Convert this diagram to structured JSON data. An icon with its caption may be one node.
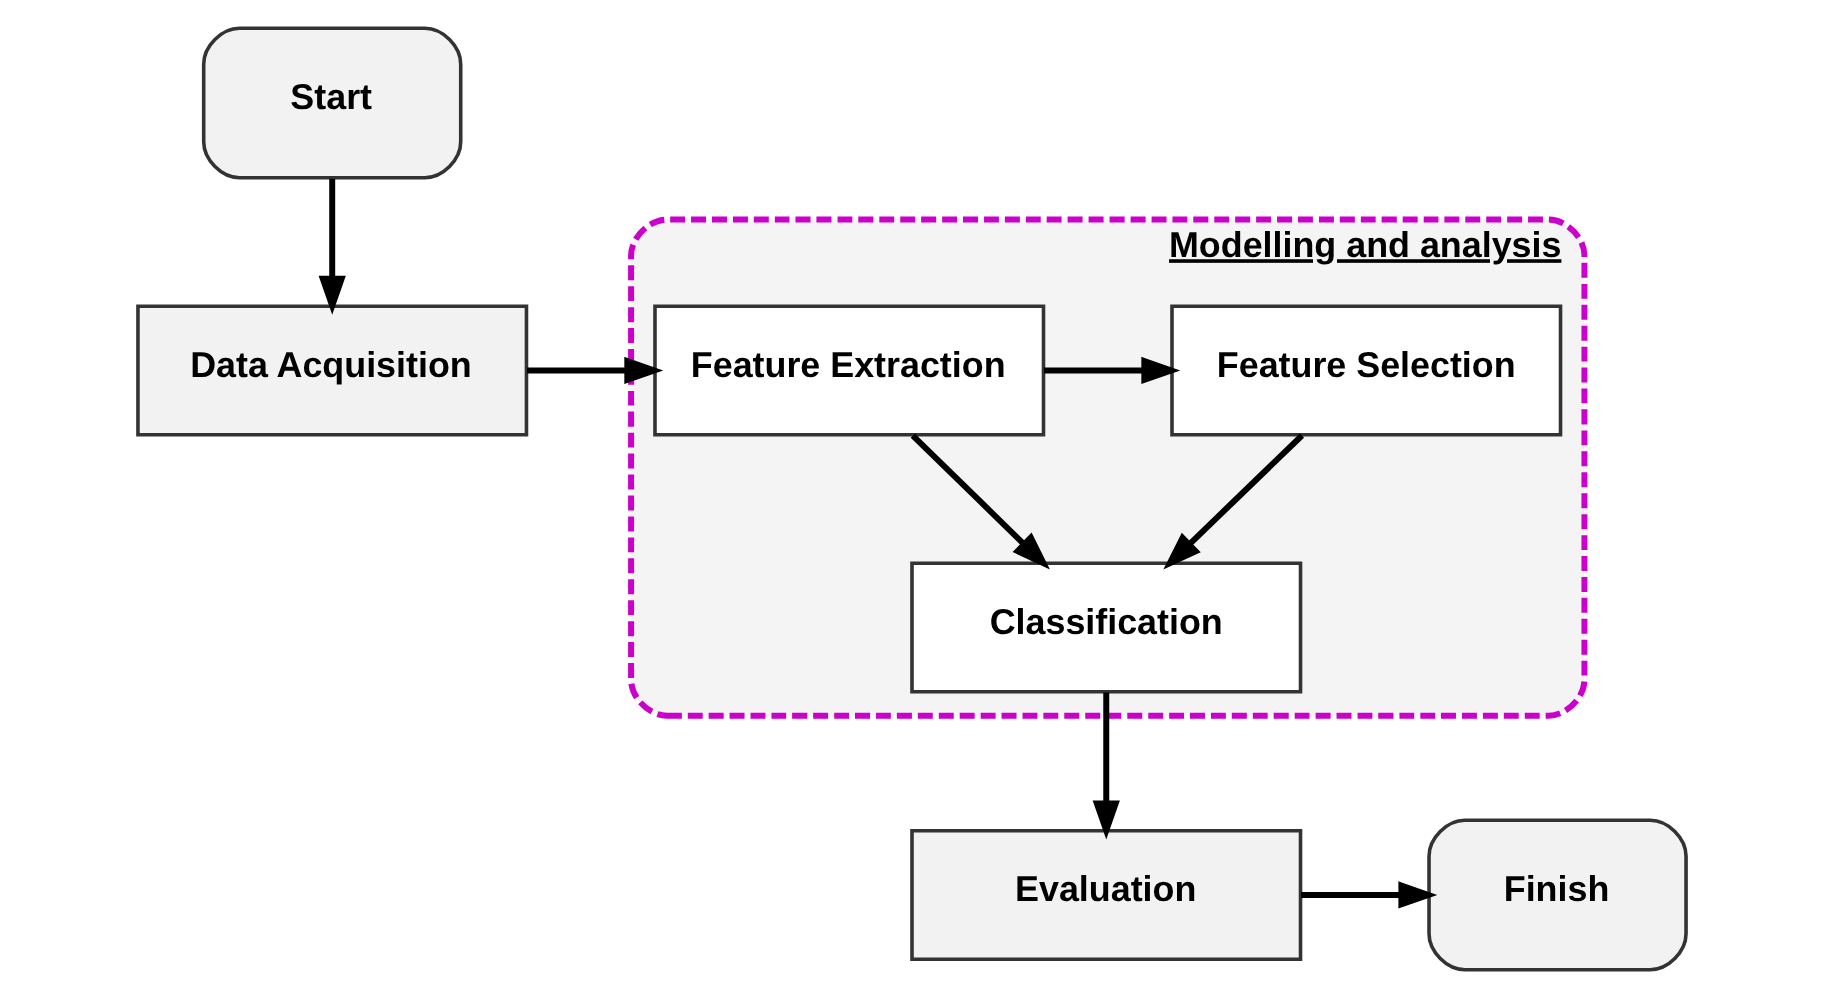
{
  "diagram": {
    "nodes": [
      {
        "text": [
          "Start"
        ]
      },
      {
        "text": [
          "Data Acquisition"
        ]
      },
      {
        "text": [
          "Modelling and analysis"
        ]
      },
      {
        "text": [
          "Feature Extraction"
        ],
        "in": 2
      },
      {
        "text": [
          "Feature Selection"
        ],
        "in": 2
      },
      {
        "text": [
          "Classification"
        ],
        "in": 2
      },
      {
        "text": [
          "Evaluation"
        ]
      },
      {
        "text": [
          "Finish"
        ]
      }
    ],
    "edges": [
      {
        "from": 0,
        "to": 1,
        "arrow": "to"
      },
      {
        "from": 1,
        "to": 3,
        "arrow": "to"
      },
      {
        "from": 3,
        "to": 4,
        "arrow": "to"
      },
      {
        "from": 4,
        "to": 5,
        "arrow": "to"
      },
      {
        "from": 3,
        "to": 5,
        "arrow": "to"
      },
      {
        "from": 5,
        "to": 6,
        "arrow": "to"
      },
      {
        "from": 6,
        "to": 7,
        "arrow": "to"
      }
    ]
  }
}
